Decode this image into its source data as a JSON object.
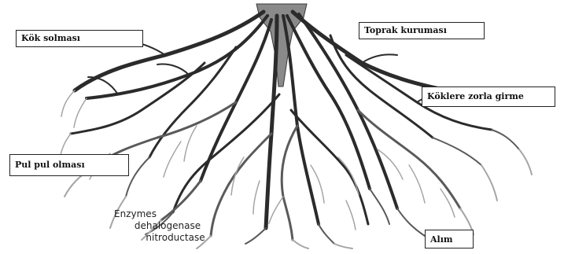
{
  "colors": {
    "trunk": "#8a8a8a",
    "root_dark": "#2b2b2b",
    "root_mid": "#5a5a5a",
    "root_light": "#a5a5a5",
    "box_border": "#222222"
  },
  "icons": [
    "root-system-drawing"
  ],
  "labels": {
    "kok_solmasi": "Kök solması",
    "toprak_kurumasi": "Toprak kuruması",
    "koklere_zorla_girme": "Köklere zorla girme",
    "pul_pul_olmasi": "Pul pul olması",
    "alim": "Alım"
  },
  "enzymes": {
    "line1": "Enzymes",
    "line2": "dehalogenase",
    "line3": "nitroductase"
  }
}
